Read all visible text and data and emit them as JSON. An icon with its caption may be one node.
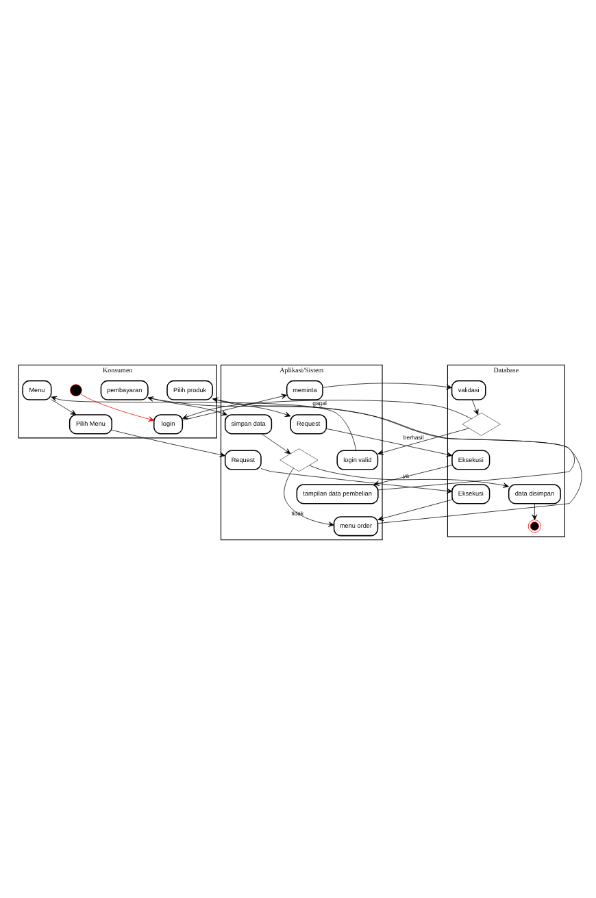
{
  "diagram": {
    "nodes": [
      {
        "text": [
          "Konsumen"
        ]
      },
      {
        "text": [
          "Aplikasi/Sistem"
        ]
      },
      {
        "text": [
          "Database"
        ]
      },
      {
        "text": [],
        "shape": "circle",
        "in": 0
      },
      {
        "text": [
          "login"
        ],
        "in": 0
      },
      {
        "text": [
          "meminta"
        ],
        "in": 1
      },
      {
        "text": [
          "validasi"
        ],
        "in": 2
      },
      {
        "text": [],
        "shape": "diamond",
        "in": 2
      },
      {
        "text": [
          "Menu"
        ],
        "in": 0
      },
      {
        "text": [
          "login valid"
        ],
        "in": 1
      },
      {
        "text": [
          "Pilih Menu"
        ],
        "in": 0
      },
      {
        "text": [
          "Request"
        ],
        "in": 1
      },
      {
        "text": [
          "Eksekusi"
        ],
        "in": 2
      },
      {
        "text": [
          "Pilih produk"
        ],
        "in": 0
      },
      {
        "text": [
          "menu order"
        ],
        "in": 1
      },
      {
        "text": [
          "Request"
        ],
        "in": 1
      },
      {
        "text": [
          "Eksekusi"
        ],
        "in": 2
      },
      {
        "text": [
          "pembayaran"
        ],
        "in": 0
      },
      {
        "text": [
          "tampilan data pembelian"
        ],
        "in": 1
      },
      {
        "text": [
          "simpan data"
        ],
        "in": 1
      },
      {
        "text": [],
        "shape": "diamond",
        "in": 1
      },
      {
        "text": [
          "data disimpan"
        ],
        "in": 2
      },
      {
        "text": [],
        "shape": "circle",
        "in": 2
      }
    ],
    "edges": [
      {
        "from": 3,
        "to": 4,
        "arrow": "to",
        "color": "#ff0000"
      },
      {
        "from": 4,
        "to": 5,
        "arrow": "to"
      },
      {
        "from": 5,
        "to": 6,
        "arrow": "to"
      },
      {
        "from": 6,
        "to": 7,
        "arrow": "to"
      },
      {
        "from": 7,
        "to": 4,
        "arrow": "to",
        "label": "gagal"
      },
      {
        "from": 7,
        "to": 9,
        "arrow": "to",
        "label": "berhasil"
      },
      {
        "from": 9,
        "to": 8,
        "arrow": "to"
      },
      {
        "from": 8,
        "to": 10,
        "arrow": "to"
      },
      {
        "from": 10,
        "to": 11,
        "arrow": "to"
      },
      {
        "from": 11,
        "to": 12,
        "arrow": "to"
      },
      {
        "from": 12,
        "to": 14,
        "arrow": "to"
      },
      {
        "from": 14,
        "to": 13,
        "arrow": "to"
      },
      {
        "from": 13,
        "to": 15,
        "arrow": "to"
      },
      {
        "from": 15,
        "to": 16,
        "arrow": "to"
      },
      {
        "from": 16,
        "to": 18,
        "arrow": "to"
      },
      {
        "from": 18,
        "to": 17,
        "arrow": "to"
      },
      {
        "from": 17,
        "to": 19,
        "arrow": "to"
      },
      {
        "from": 19,
        "to": 20,
        "arrow": "to"
      },
      {
        "from": 20,
        "to": 14,
        "arrow": "to",
        "label": "tidak"
      },
      {
        "from": 20,
        "to": 21,
        "arrow": "to",
        "label": "ya"
      },
      {
        "from": 21,
        "to": 22,
        "arrow": "to"
      }
    ]
  }
}
